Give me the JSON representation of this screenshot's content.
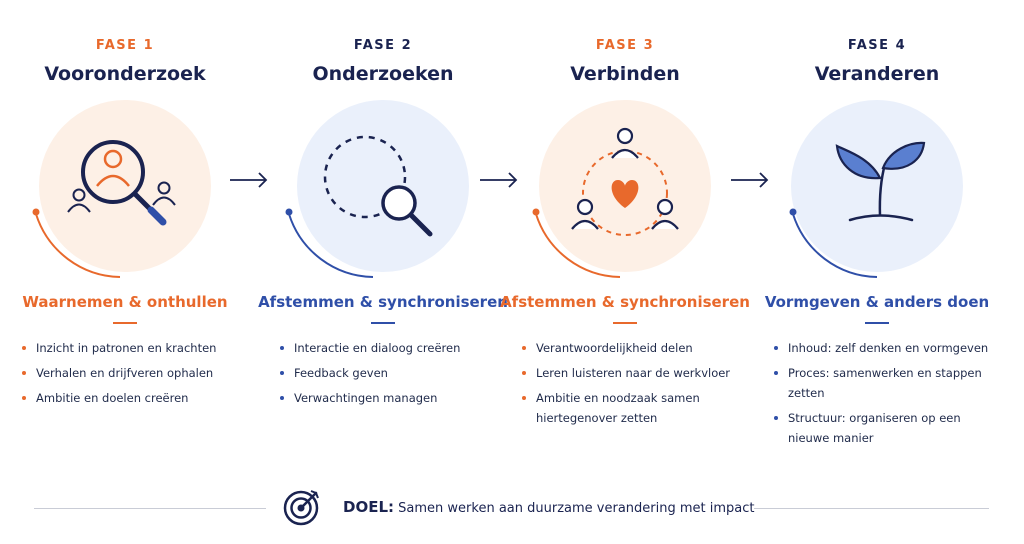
{
  "colors": {
    "orange": "#e8692c",
    "blue": "#2f4fa8",
    "navy": "#1a2350",
    "peach": "#fdf0e6",
    "lightblue": "#eaf0fb"
  },
  "phases": [
    {
      "label": "FASE 1",
      "title": "Vooronderzoek",
      "icon": "magnifier-people-icon",
      "sub": "Waarnemen & onthullen",
      "bullets": [
        "Inzicht in patronen en krachten",
        "Verhalen en drijfveren ophalen",
        "Ambitie en doelen creëren"
      ]
    },
    {
      "label": "FASE 2",
      "title": "Onderzoeken",
      "icon": "dashed-circle-search-icon",
      "sub": "Afstemmen & synchroniseren",
      "bullets": [
        "Interactie en dialoog creëren",
        "Feedback geven",
        "Verwachtingen managen"
      ]
    },
    {
      "label": "FASE 3",
      "title": "Verbinden",
      "icon": "connected-people-heart-icon",
      "sub": "Afstemmen & synchroniseren",
      "bullets": [
        "Verantwoordelijkheid delen",
        "Leren luisteren naar de werkvloer",
        "Ambitie en noodzaak samen hiertegenover zetten"
      ]
    },
    {
      "label": "FASE 4",
      "title": "Veranderen",
      "icon": "sprout-icon",
      "sub": "Vormgeven & anders doen",
      "bullets": [
        "Inhoud: zelf denken en vormgeven",
        "Proces: samenwerken en stappen zetten",
        "Structuur: organiseren op een nieuwe manier"
      ]
    }
  ],
  "footer": {
    "label": "DOEL:",
    "text": "Samen werken aan duurzame verandering met impact",
    "icon": "target-icon"
  }
}
